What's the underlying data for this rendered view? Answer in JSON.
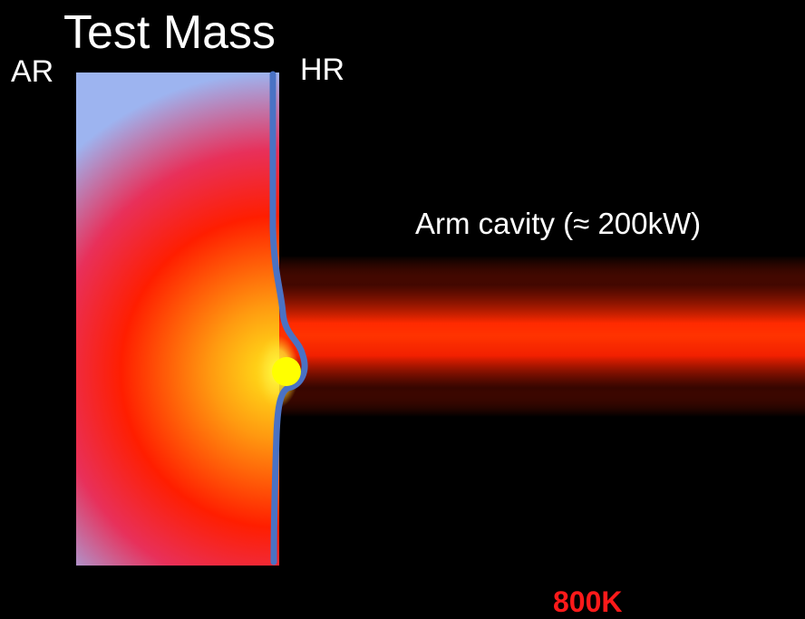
{
  "labels": {
    "title": "Test Mass",
    "ar": "AR",
    "hr": "HR",
    "arm_cavity": "Arm cavity (≈ 200kW)",
    "temperature": "800K"
  },
  "colors": {
    "background": "#000000",
    "text": "#ffffff",
    "temperature_text": "#ff1a1a",
    "hot_spot": "#ffff00",
    "mass_hot": "#ffd21a",
    "mass_warm": "#ff1e00",
    "mass_edge": "#9db4f0",
    "coating": "#4a72c4",
    "beam_core": "#ff2200"
  }
}
